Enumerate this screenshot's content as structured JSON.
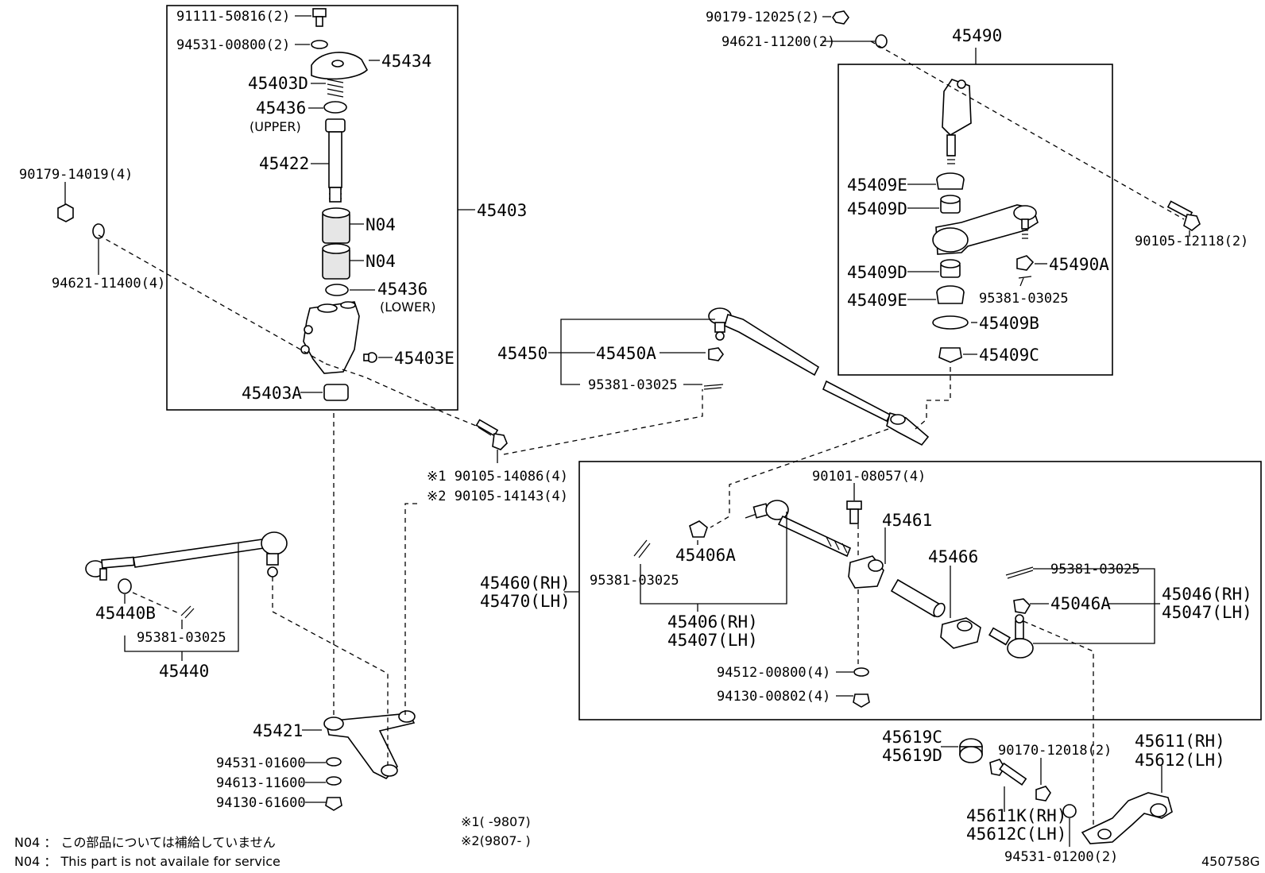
{
  "labels": {
    "p45403_top": "91111-50816(2)",
    "p94531_00800": "94531-00800(2)",
    "p45434": "45434",
    "p45403D": "45403D",
    "p45436_u": "45436",
    "upper": "(UPPER)",
    "p45422": "45422",
    "n04_a": "N04",
    "n04_b": "N04",
    "p45403": "45403",
    "p45436_l": "45436",
    "lower": "(LOWER)",
    "p45403E": "45403E",
    "p45403A": "45403A",
    "p90179_14019": "90179-14019(4)",
    "p94621_11400": "94621-11400(4)",
    "p90105_14086": "※1 90105-14086(4)",
    "p90105_14143": "※2 90105-14143(4)",
    "p45440B": "45440B",
    "p95381_a": "95381-03025",
    "p45440": "45440",
    "p45421": "45421",
    "p94531_01600": "94531-01600",
    "p94613_11600": "94613-11600",
    "p94130_61600": "94130-61600",
    "p90179_12025": "90179-12025(2)",
    "p94621_11200": "94621-11200(2)",
    "p45490": "45490",
    "p45409E_a": "45409E",
    "p45409D_a": "45409D",
    "p45409D_b": "45409D",
    "p45409E_b": "45409E",
    "p45490A": "45490A",
    "p95381_b": "95381-03025",
    "p45409B": "45409B",
    "p45409C": "45409C",
    "p90105_12118": "90105-12118(2)",
    "p45450": "45450",
    "p45450A": "45450A",
    "p95381_c": "95381-03025",
    "p90101_08057": "90101-08057(4)",
    "p45461": "45461",
    "p45466": "45466",
    "p45406A": "45406A",
    "p95381_d": "95381-03025",
    "p45460": "45460(RH)",
    "p45470": "45470(LH)",
    "p45406": "45406(RH)",
    "p45407": "45407(LH)",
    "p95381_e": "95381-03025",
    "p45046A": "45046A",
    "p45046": "45046(RH)",
    "p45047": "45047(LH)",
    "p94512_00800": "94512-00800(4)",
    "p94130_00802": "94130-00802(4)",
    "p45619C": "45619C",
    "p45619D": "45619D",
    "p90170_12018": "90170-12018(2)",
    "p45611": "45611(RH)",
    "p45612": "45612(LH)",
    "p45611K": "45611K(RH)",
    "p45612C": "45612C(LH)",
    "p94531_01200": "94531-01200(2)"
  },
  "notes": {
    "date1": "※1(     -9807)",
    "date2": "※2(9807-     )",
    "n04_jp": "N04 ： この部品については補給していません",
    "n04_en": "N04 ：  This part is not availale for service",
    "figure_id": "450758G"
  }
}
